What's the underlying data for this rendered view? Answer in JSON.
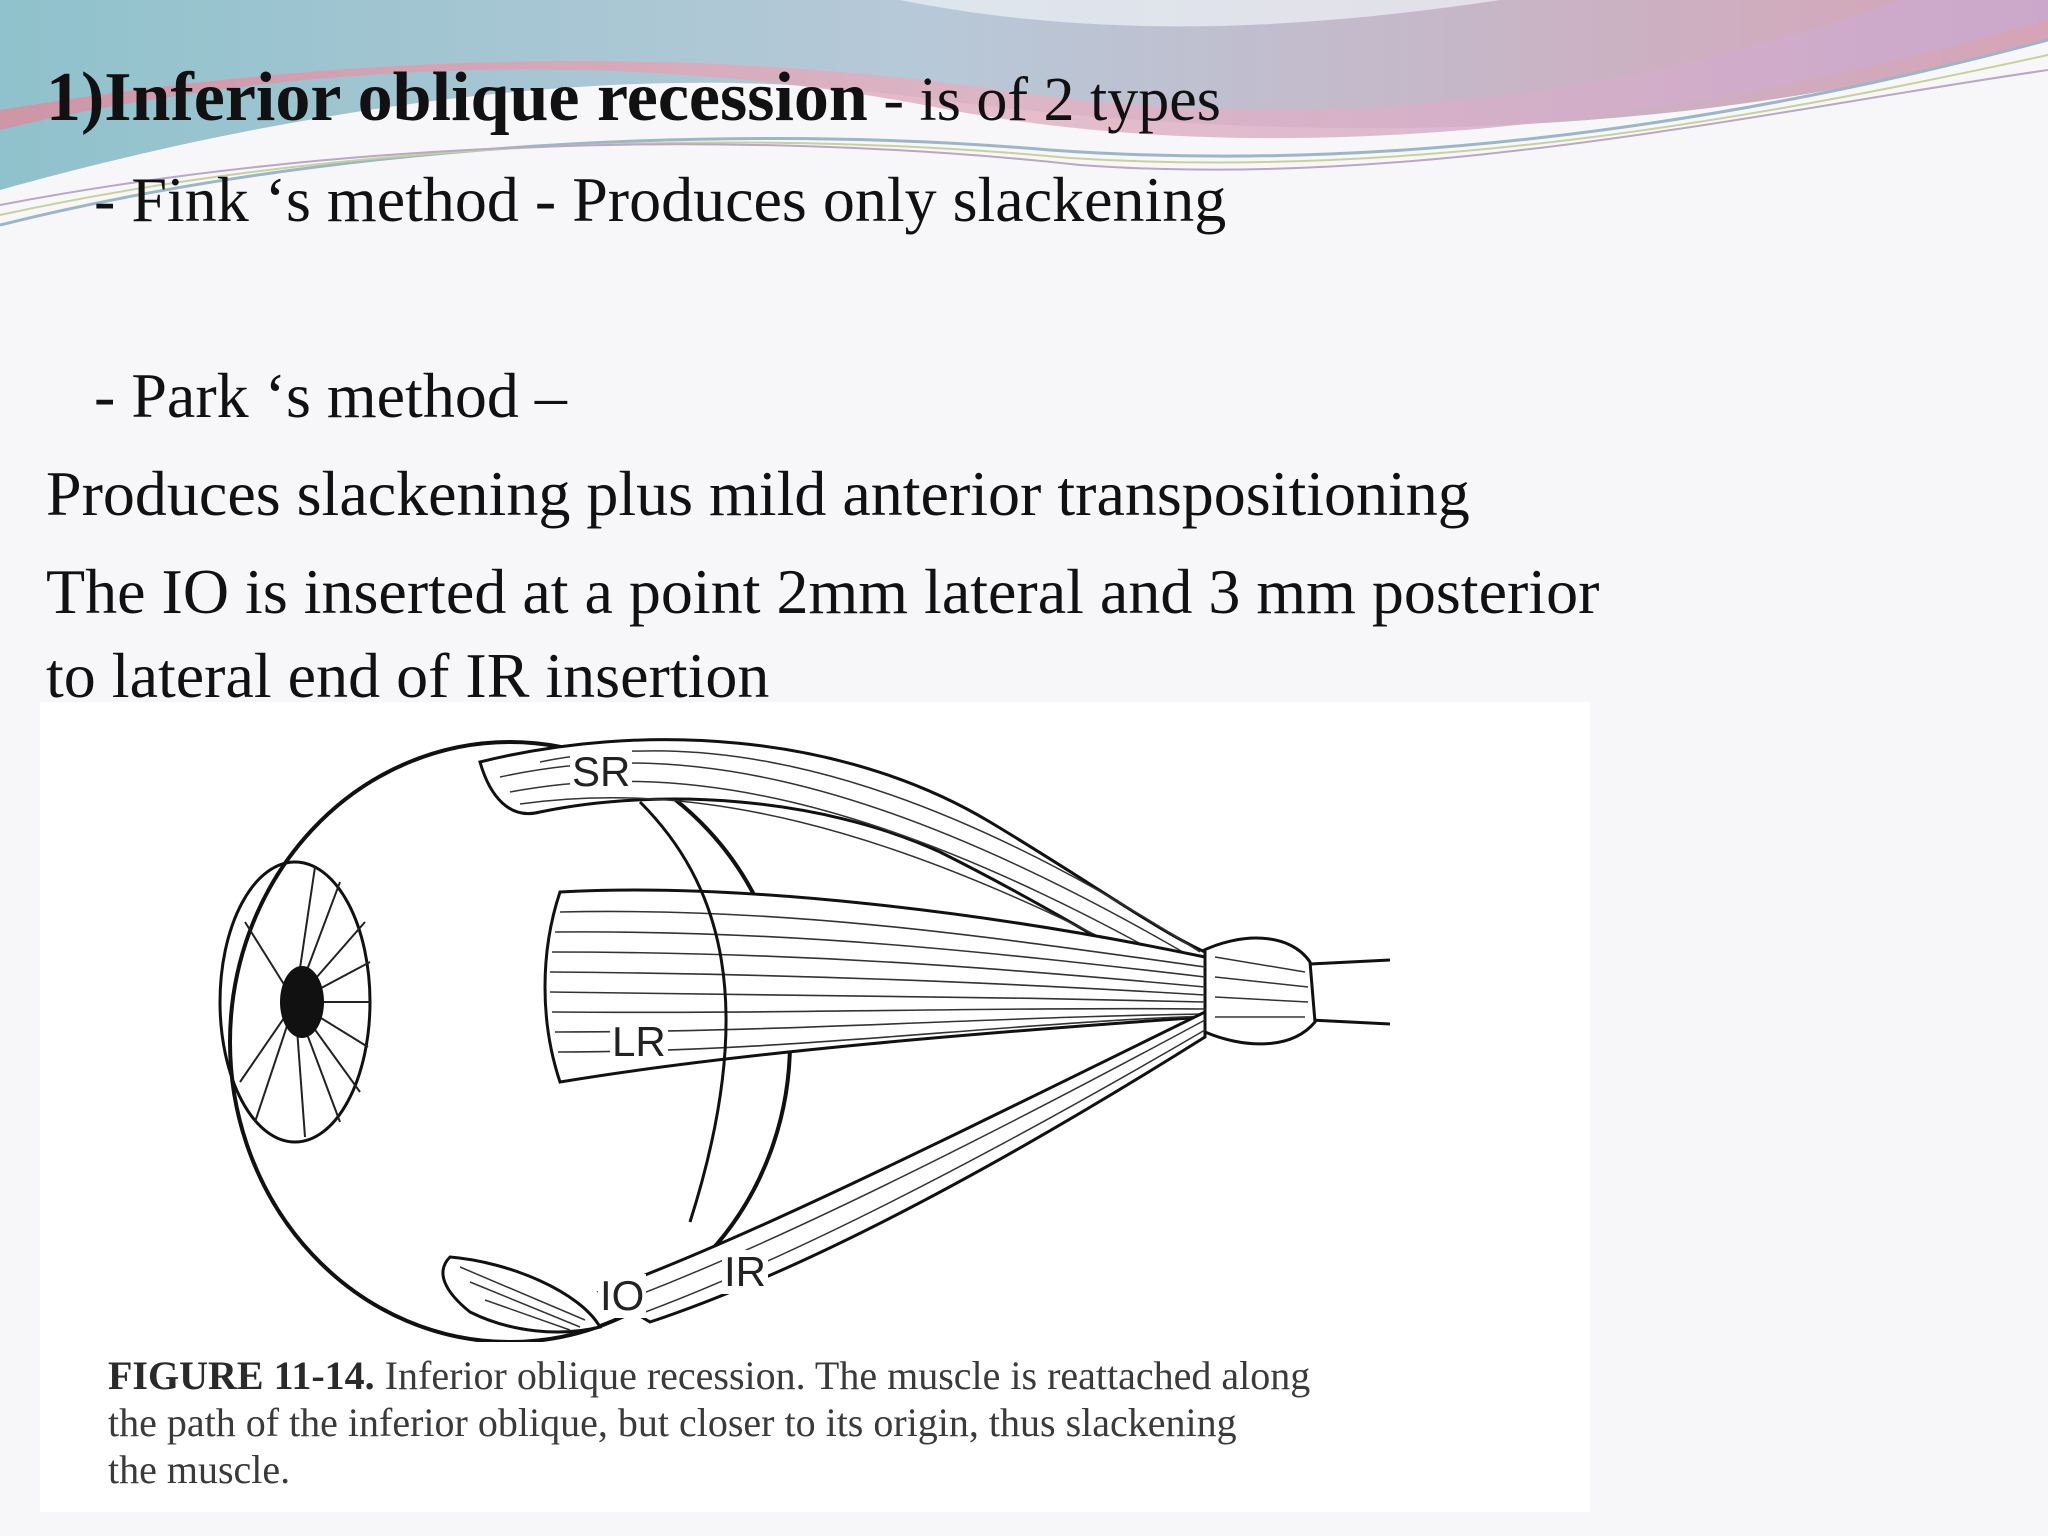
{
  "slide": {
    "heading": {
      "bold": "1)Inferior oblique recession",
      "rest": " - is of 2 types"
    },
    "fink_line": "- Fink ‘s method -  Produces only slackening",
    "park_line": "- Park ‘s method –",
    "park_desc": "Produces slackening plus  mild anterior transpositioning",
    "io_line_1": "The IO is inserted at a point 2mm lateral and 3 mm posterior",
    "io_line_2": "to lateral end of IR insertion"
  },
  "figure": {
    "labels": {
      "sr": "SR",
      "lr": "LR",
      "io": "IO",
      "ir": "IR"
    },
    "caption": {
      "number": "FIGURE 11-14.",
      "line1_rest": " Inferior oblique recession. The muscle is reattached along",
      "line2": "the path of the inferior oblique, but closer to its origin, thus slackening",
      "line3": "the muscle."
    }
  },
  "colors": {
    "background": "#f7f7f9",
    "wave_pink": "#d98ea0",
    "wave_teal": "#8cc3cf",
    "wave_blue": "#a9c6e0"
  }
}
